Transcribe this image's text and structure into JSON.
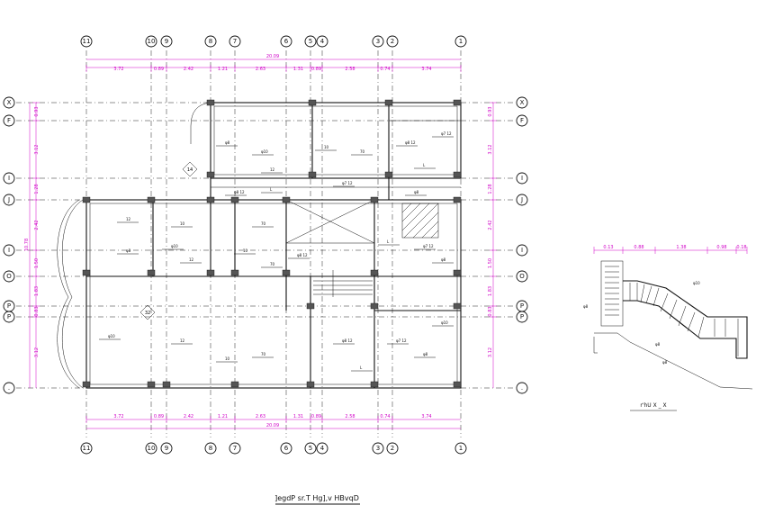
{
  "plan": {
    "top_axes": [
      "11",
      "10",
      "9",
      "8",
      "7",
      "6",
      "5",
      "4",
      "3",
      "2",
      "1"
    ],
    "top_dims": [
      "3.72",
      "0.89",
      "2.42",
      "1.21",
      "2.63",
      "1.31",
      "0.89",
      "2.58",
      "0.74",
      "3.74"
    ],
    "overall_width": "20.09",
    "bottom_dims": [
      "3.72",
      "0.89",
      "2.42",
      "1.21",
      "2.63",
      "1.31",
      "0.89",
      "2.58",
      "0.74",
      "3.74"
    ],
    "bottom_overall": "20.09",
    "left_axes": [
      "X",
      "F",
      "I",
      "J",
      "I",
      "O",
      "P",
      "P",
      "."
    ],
    "right_axes": [
      "X",
      "F",
      "I",
      "J",
      "I",
      "O",
      "P",
      "P",
      "."
    ],
    "left_dims": [
      "0.93",
      "3.12",
      "1.28",
      "2.42",
      "1.50",
      "1.83",
      "0.83",
      "3.12"
    ],
    "left_overall": "10.78",
    "right_dims": [
      "0.93",
      "3.12",
      "1.28",
      "2.42",
      "1.50",
      "1.83",
      "0.83",
      "3.12"
    ],
    "tags": [
      "14",
      "32"
    ],
    "rebar_labels": [
      "φ8",
      "φ10",
      "12",
      "10",
      "70",
      "φ8 12",
      "L",
      "φ7 12"
    ]
  },
  "stair_section": {
    "dims": [
      "0.13",
      "0.88",
      "1.38",
      "0.98",
      "0.18"
    ],
    "labels": [
      "φ8",
      "φ8",
      "φ10",
      "φ8"
    ],
    "caption": "r'hU  X  _  X"
  },
  "title": "]egdP  sr.T  Hg],v  HBvqD"
}
